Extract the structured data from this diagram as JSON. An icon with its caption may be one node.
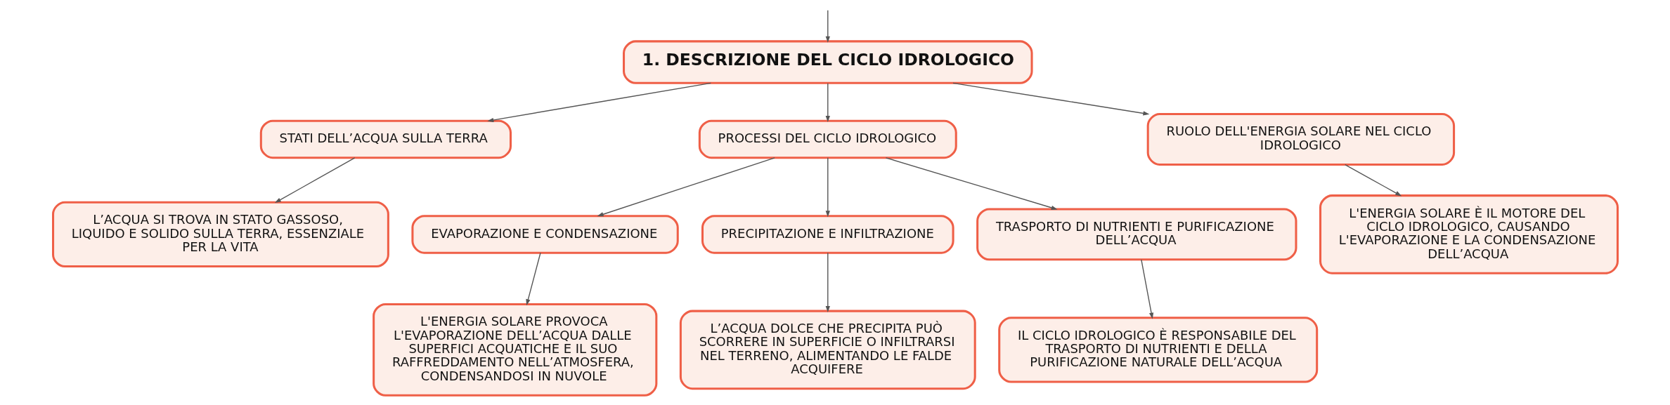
{
  "diagram": {
    "nodes": [
      {
        "text": [
          "1. DESCRIZIONE DEL CICLO IDROLOGICO"
        ]
      },
      {
        "text": [
          "STATI DELL’ACQUA SULLA TERRA"
        ]
      },
      {
        "text": [
          "L’ACQUA SI TROVA IN STATO GASSOSO, LIQUIDO E SOLIDO SULLA TERRA, ESSENZIALE PER LA VITA"
        ]
      },
      {
        "text": [
          "PROCESSI DEL CICLO IDROLOGICO"
        ]
      },
      {
        "text": [
          "EVAPORAZIONE E CONDENSAZIONE"
        ]
      },
      {
        "text": [
          "L'ENERGIA SOLARE PROVOCA L'EVAPORAZIONE DELL’ACQUA DALLE SUPERFICI ACQUATICHE E IL SUO RAFFREDDAMENTO NELL’ATMOSFERA, CONDENSANDOSI IN NUVOLE"
        ]
      },
      {
        "text": [
          "PRECIPITAZIONE E INFILTRAZIONE"
        ]
      },
      {
        "text": [
          "L’ACQUA DOLCE CHE PRECIPITA PUÒ SCORRERE IN SUPERFICIE O INFILTRARSI NEL TERRENO, ALIMENTANDO LE FALDE ACQUIFERE"
        ]
      },
      {
        "text": [
          "TRASPORTO DI NUTRIENTI E PURIFICAZIONE DELL’ACQUA"
        ]
      },
      {
        "text": [
          "IL CICLO IDROLOGICO È RESPONSABILE DEL TRASPORTO DI NUTRIENTI E DELLA PURIFICAZIONE NATURALE DELL’ACQUA"
        ]
      },
      {
        "text": [
          "RUOLO DELL'ENERGIA SOLARE NEL CICLO IDROLOGICO"
        ]
      },
      {
        "text": [
          "L'ENERGIA SOLARE È IL MOTORE DEL CICLO IDROLOGICO, CAUSANDO L'EVAPORAZIONE E LA CONDENSAZIONE DELL’ACQUA"
        ]
      }
    ],
    "edges": [
      {
        "from": null,
        "to": 0,
        "arrow": "to"
      },
      {
        "from": 0,
        "to": 1,
        "arrow": "to"
      },
      {
        "from": 1,
        "to": 2,
        "arrow": "to"
      },
      {
        "from": 0,
        "to": 3,
        "arrow": "to"
      },
      {
        "from": 3,
        "to": 4,
        "arrow": "to"
      },
      {
        "from": 4,
        "to": 5,
        "arrow": "to"
      },
      {
        "from": 3,
        "to": 6,
        "arrow": "to"
      },
      {
        "from": 6,
        "to": 7,
        "arrow": "to"
      },
      {
        "from": 3,
        "to": 8,
        "arrow": "to"
      },
      {
        "from": 8,
        "to": 9,
        "arrow": "to"
      },
      {
        "from": 0,
        "to": 10,
        "arrow": "to"
      },
      {
        "from": 10,
        "to": 11,
        "arrow": "to"
      }
    ]
  }
}
